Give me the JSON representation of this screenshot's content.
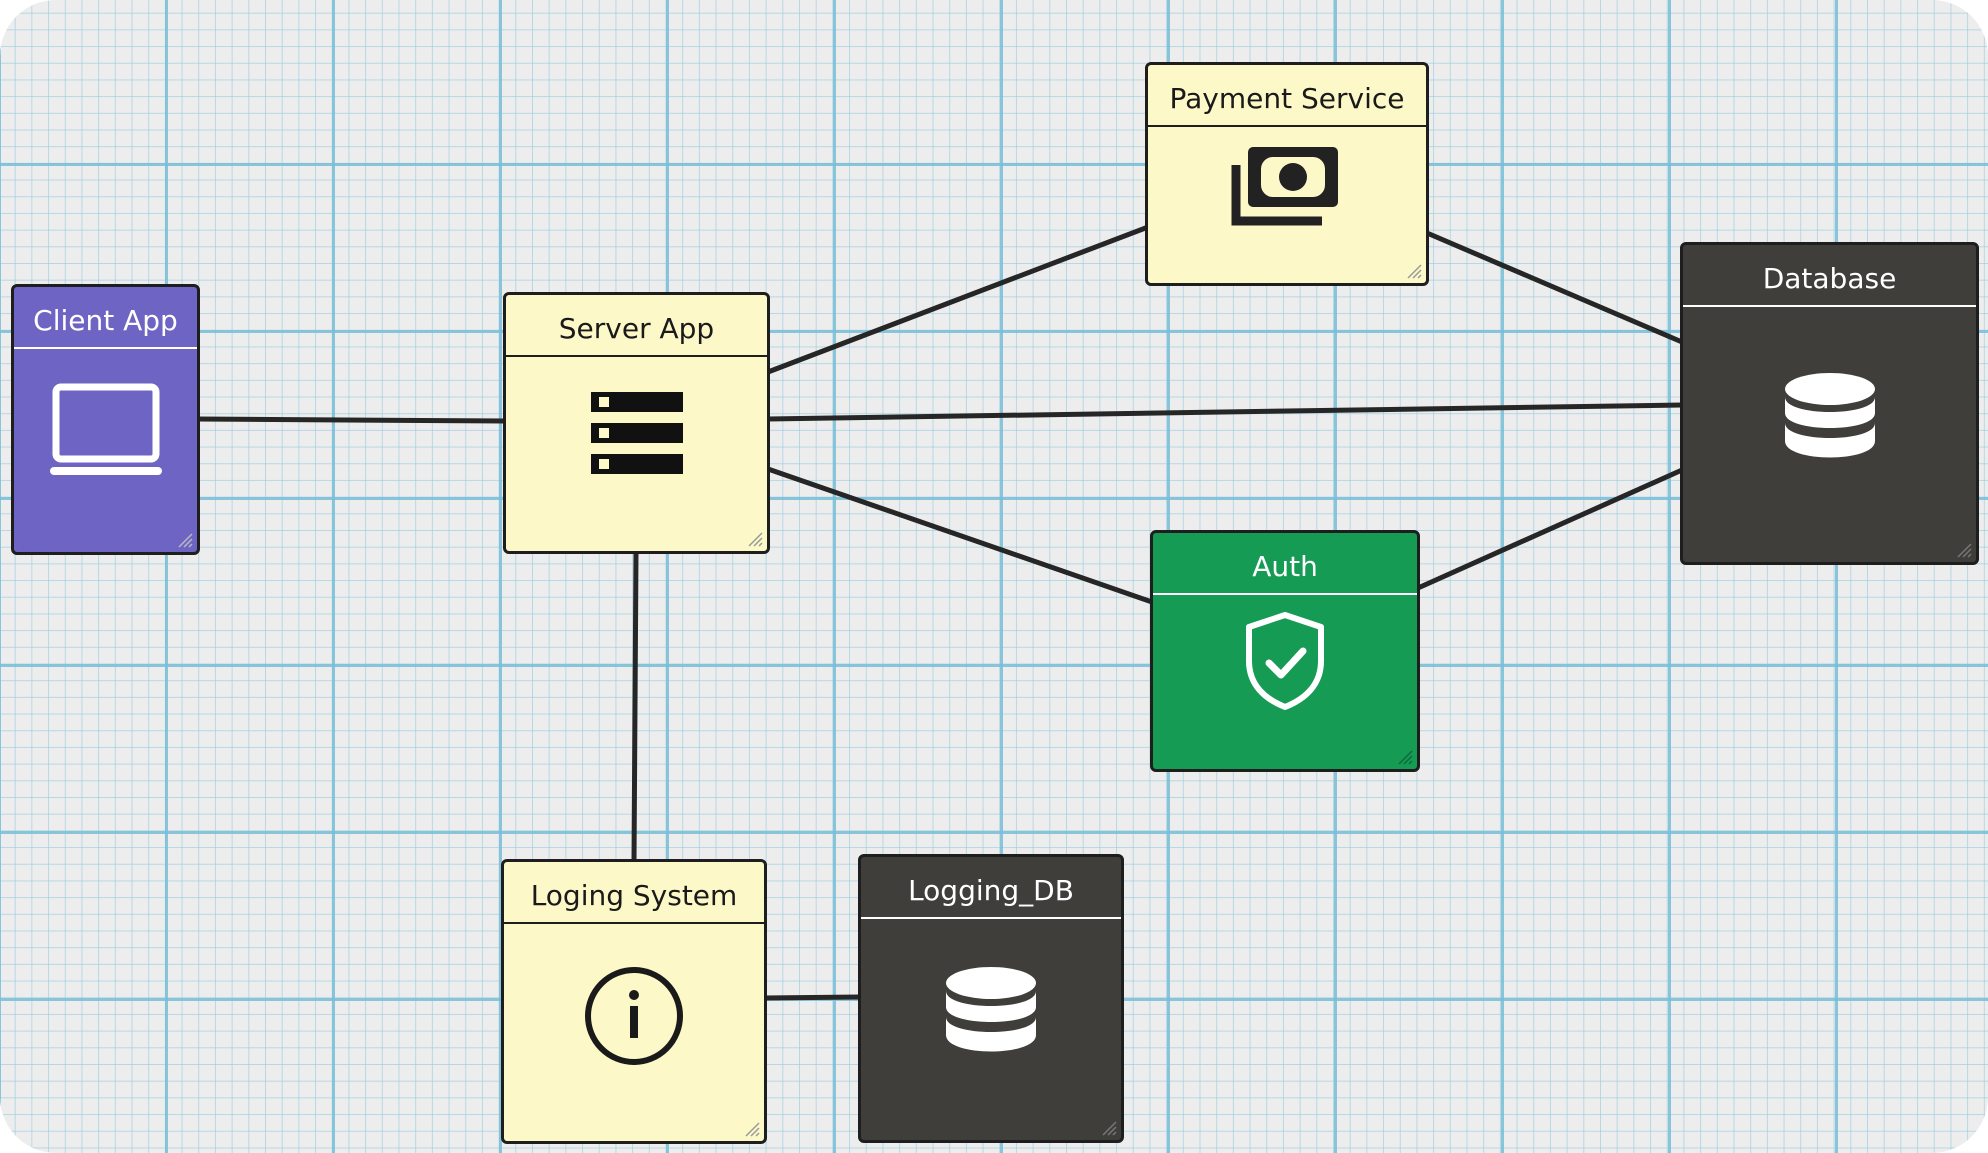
{
  "diagram": {
    "nodes": {
      "client_app": {
        "label": "Client App",
        "icon": "laptop-icon",
        "color": "#6e64c3"
      },
      "server_app": {
        "label": "Server App",
        "icon": "server-icon",
        "color": "#fdf8c8"
      },
      "payment_service": {
        "label": "Payment Service",
        "icon": "money-icon",
        "color": "#fdf8c8"
      },
      "database": {
        "label": "Database",
        "icon": "database-icon",
        "color": "#3f3e3b"
      },
      "auth": {
        "label": "Auth",
        "icon": "shield-check-icon",
        "color": "#169b55"
      },
      "loging_system": {
        "label": "Loging System",
        "icon": "info-icon",
        "color": "#fdf8c8"
      },
      "logging_db": {
        "label": "Logging_DB",
        "icon": "database-icon",
        "color": "#3f3e3b"
      }
    },
    "edges": [
      {
        "from": "Client App",
        "to": "Server App"
      },
      {
        "from": "Server App",
        "to": "Payment Service"
      },
      {
        "from": "Server App",
        "to": "Database"
      },
      {
        "from": "Server App",
        "to": "Auth"
      },
      {
        "from": "Server App",
        "to": "Loging System"
      },
      {
        "from": "Payment Service",
        "to": "Database"
      },
      {
        "from": "Auth",
        "to": "Database"
      },
      {
        "from": "Loging System",
        "to": "Logging_DB"
      }
    ],
    "grid_color": "#8cc7dc",
    "canvas_color": "#eeeded"
  }
}
